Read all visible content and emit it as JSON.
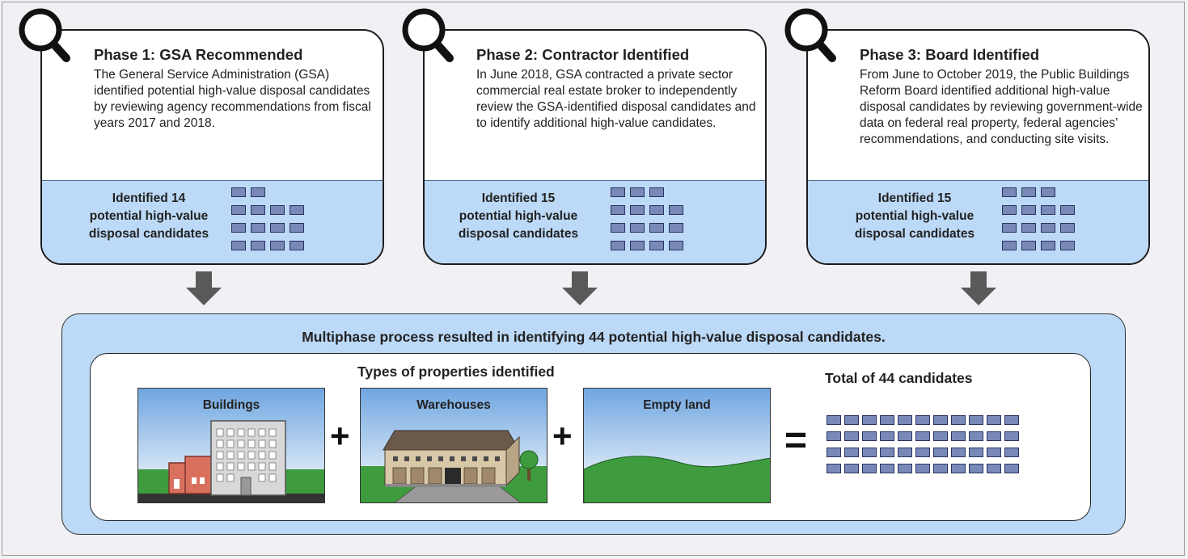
{
  "phases": [
    {
      "title": "Phase 1: GSA Recommended",
      "description": "The General Service Administration (GSA) identified potential high-value disposal candidates by reviewing agency recommendations from fiscal years 2017 and 2018.",
      "count_line1": "Identified 14",
      "count_line2": "potential high-value",
      "count_line3": "disposal candidates",
      "candidates": 14
    },
    {
      "title": "Phase 2: Contractor Identified",
      "description": "In June 2018, GSA contracted a private sector commercial real estate broker to independently review the GSA-identified disposal candidates and to identify additional high-value candidates.",
      "count_line1": "Identified 15",
      "count_line2": "potential high-value",
      "count_line3": "disposal candidates",
      "candidates": 15
    },
    {
      "title": "Phase 3: Board Identified",
      "description": "From June to October 2019, the Public Buildings Reform Board identified additional high-value disposal candidates by reviewing government-wide data on federal real property, federal agencies’ recommendations, and conducting site visits.",
      "count_line1": "Identified 15",
      "count_line2": "potential high-value",
      "count_line3": "disposal candidates",
      "candidates": 15
    }
  ],
  "result": {
    "title": "Multiphase process resulted in identifying 44 potential high-value disposal candidates.",
    "types_title": "Types of properties identified",
    "types": [
      {
        "label": "Buildings",
        "icon": "office-building-icon"
      },
      {
        "label": "Warehouses",
        "icon": "warehouse-icon"
      },
      {
        "label": "Empty land",
        "icon": "empty-land-icon"
      }
    ],
    "plus": "+",
    "equals": "=",
    "total_title": "Total of 44 candidates",
    "total_candidates": 44
  },
  "colors": {
    "panel_blue": "#bcd9f7",
    "square_fill": "#7889b8",
    "square_border": "#2a3360",
    "arrow_gray": "#595959"
  }
}
